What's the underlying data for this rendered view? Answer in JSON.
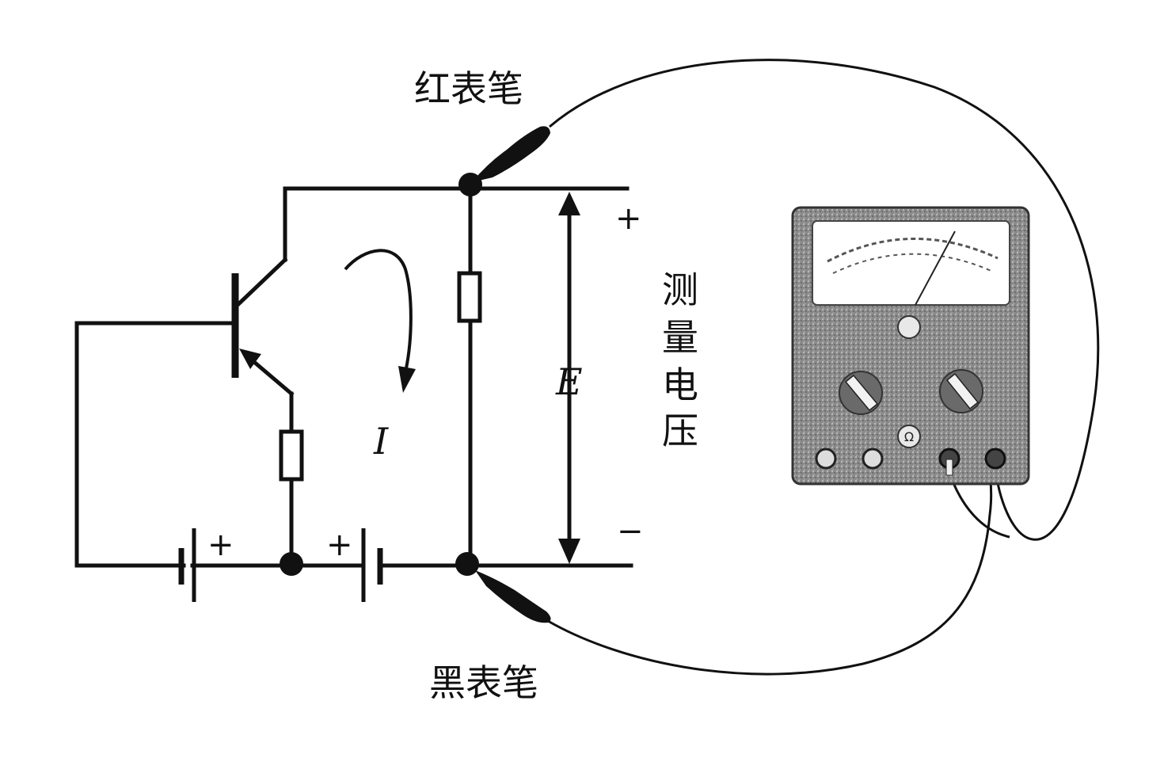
{
  "labels": {
    "red_probe": "红表笔",
    "black_probe": "黑表笔",
    "measure_voltage": [
      "测",
      "量",
      "电",
      "压"
    ],
    "plus_top": "+",
    "minus_bottom": "−",
    "emf": "E",
    "current": "I",
    "battery_left_plus": "+",
    "battery_right_plus": "+",
    "meter_ohm": "Ω"
  }
}
